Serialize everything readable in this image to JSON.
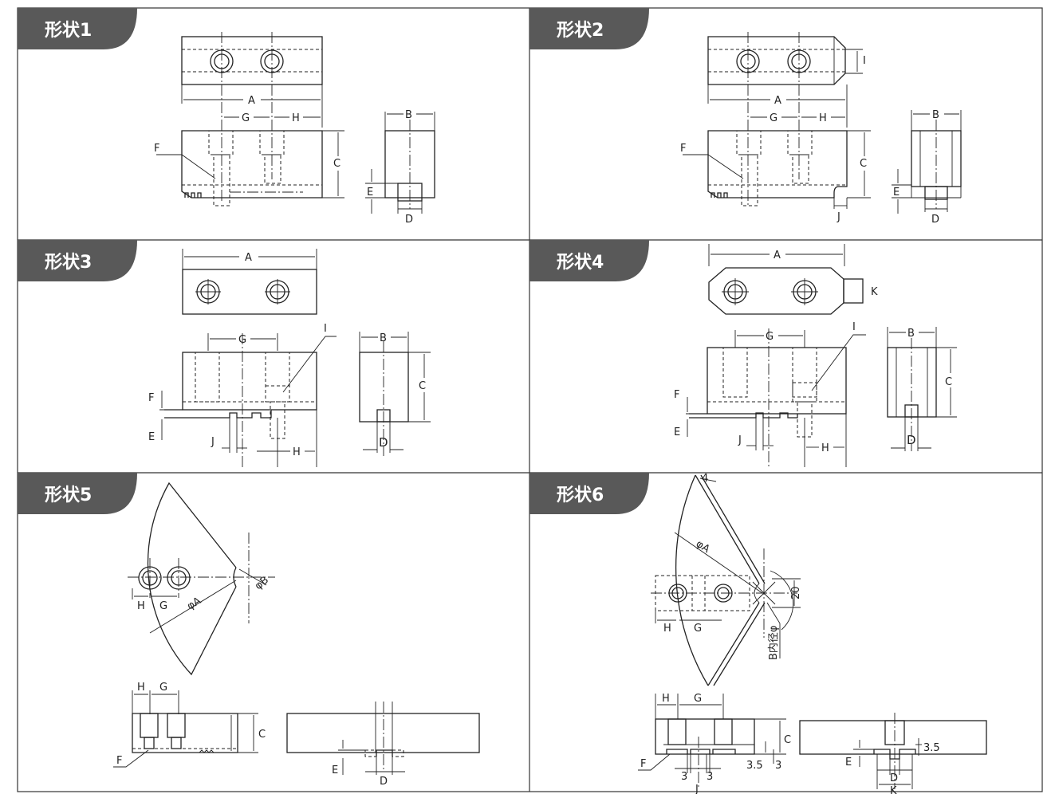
{
  "panels": [
    {
      "title": "形状1",
      "labels": {
        "A": "A",
        "B": "B",
        "C": "C",
        "D": "D",
        "E": "E",
        "F": "F",
        "G": "G",
        "H": "H"
      }
    },
    {
      "title": "形状2",
      "labels": {
        "A": "A",
        "B": "B",
        "C": "C",
        "D": "D",
        "E": "E",
        "F": "F",
        "G": "G",
        "H": "H",
        "I": "I",
        "J": "J"
      }
    },
    {
      "title": "形状3",
      "labels": {
        "A": "A",
        "B": "B",
        "C": "C",
        "D": "D",
        "E": "E",
        "F": "F",
        "G": "G",
        "H": "H",
        "I": "I",
        "J": "J"
      }
    },
    {
      "title": "形状4",
      "labels": {
        "A": "A",
        "B": "B",
        "C": "C",
        "D": "D",
        "E": "E",
        "F": "F",
        "G": "G",
        "H": "H",
        "I": "I",
        "J": "J",
        "K": "K"
      }
    },
    {
      "title": "形状5",
      "labels": {
        "phiA": "φA",
        "phiB": "φB",
        "H": "H",
        "G": "G",
        "C": "C",
        "D": "D",
        "E": "E",
        "F": "F"
      }
    },
    {
      "title": "形状6",
      "labels": {
        "four": "4",
        "phiA": "φA",
        "twenty": "20",
        "innerB": "B内径φ",
        "H": "H",
        "G": "G",
        "C": "C",
        "D": "D",
        "E": "E",
        "F": "F",
        "J": "J",
        "K": "K",
        "three": "3",
        "three_five": "3.5"
      }
    }
  ]
}
